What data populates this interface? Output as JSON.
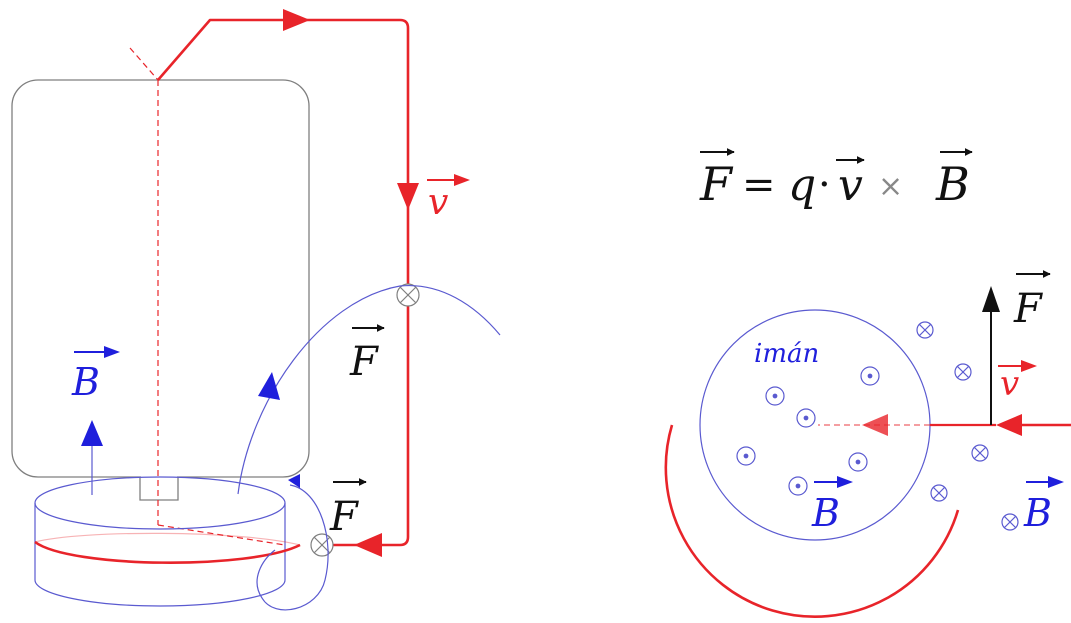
{
  "labels": {
    "v_left": "v",
    "F_upper": "F",
    "F_lower": "F",
    "B_left": "B",
    "F_right": "F",
    "v_right": "v",
    "B_inside": "B",
    "B_outside": "B",
    "iman": "imán"
  },
  "formula": {
    "F": "F",
    "equals": "=",
    "q": "q",
    "dot": "·",
    "v": "v",
    "times": "×",
    "B": "B"
  },
  "colors": {
    "current": "#e8242a",
    "field": "#1f1fdc",
    "outline": "#7f7f7f",
    "thin_blue": "#5a5ad0",
    "force": "#111111"
  }
}
